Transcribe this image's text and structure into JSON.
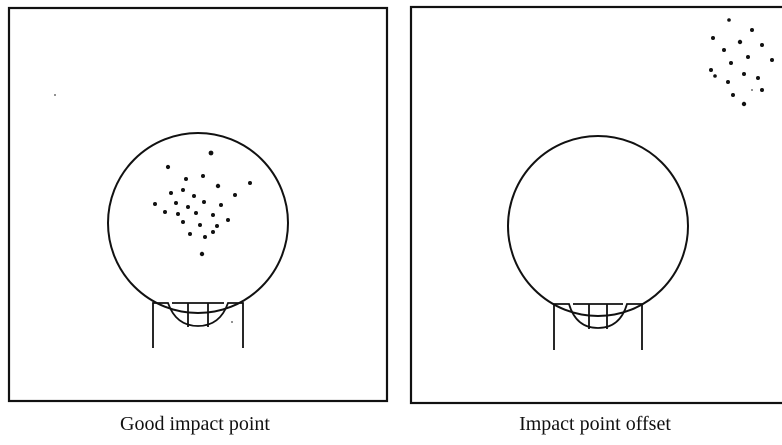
{
  "panels": [
    {
      "id": "good",
      "caption": "Good impact point"
    },
    {
      "id": "offset",
      "caption": "Impact point offset"
    }
  ],
  "colors": {
    "ink": "#111111",
    "background": "#ffffff"
  }
}
